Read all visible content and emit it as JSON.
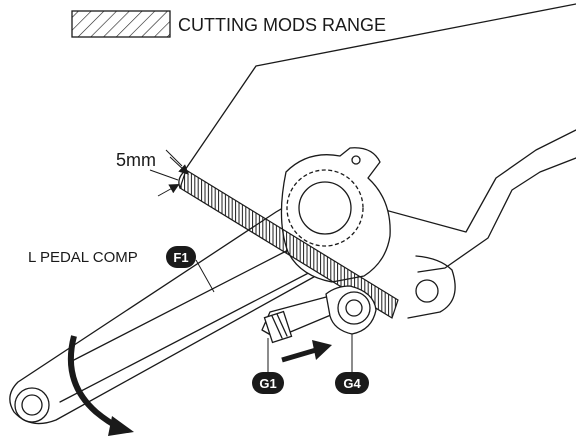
{
  "legend": {
    "label": "CUTTING MODS RANGE"
  },
  "dimension": {
    "label": "5mm"
  },
  "parts": {
    "pedal": {
      "label": "L PEDAL COMP",
      "badge": "F1"
    },
    "rod": {
      "badge": "G1"
    },
    "joint": {
      "badge": "G4"
    }
  },
  "colors": {
    "ink": "#1a1a1a",
    "badge_fill": "#1a1a1a",
    "badge_text": "#ffffff",
    "paper": "#ffffff"
  },
  "icons": {
    "hatch": "diagonal-hatch-swatch",
    "rotation": "curved-arrow-icon",
    "push": "straight-arrow-icon"
  }
}
